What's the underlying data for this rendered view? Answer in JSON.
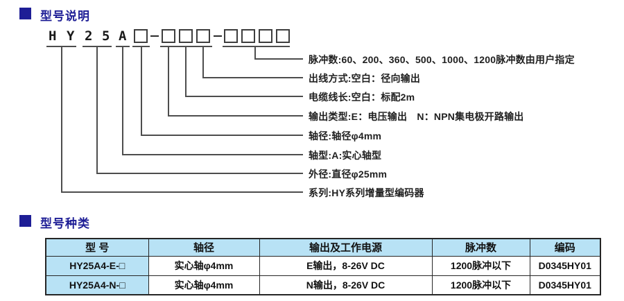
{
  "colors": {
    "accent_navy": "#1e1e96",
    "table_header_bg": "#b8e2f5",
    "line_gray": "#4d4d4d"
  },
  "section_model_description": {
    "title": "型号说明",
    "bullet_icon": "blue-square"
  },
  "model_code": {
    "chars": [
      "H",
      "Y",
      "2",
      "5",
      "A"
    ],
    "dash": "-",
    "placeholder_boxes": 8
  },
  "diagram": {
    "labels": [
      {
        "text": "脉冲数:60、200、360、500、1000、1200脉冲数由用户指定"
      },
      {
        "text": "出线方式:空白：径向输出"
      },
      {
        "text": "电缆线长:空白：标配2m"
      },
      {
        "text": "输出类型:E：电压输出　N：NPN集电极开路输出"
      },
      {
        "text": "轴径:轴径φ4mm"
      },
      {
        "text": "轴型:A:实心轴型"
      },
      {
        "text": "外径:直径φ25mm"
      },
      {
        "text": "系列:HY系列增量型编码器"
      }
    ]
  },
  "section_model_types": {
    "title": "型号种类",
    "bullet_icon": "blue-square"
  },
  "table": {
    "headers": [
      "型 号",
      "轴径",
      "输出及工作电源",
      "脉冲数",
      "编码"
    ],
    "rows": [
      [
        "HY25A4-E-□",
        "实心轴φ4mm",
        "E输出，8-26V DC",
        "1200脉冲以下",
        "D0345HY01"
      ],
      [
        "HY25A4-N-□",
        "实心轴φ4mm",
        "N输出，8-26V DC",
        "1200脉冲以下",
        "D0345HY01"
      ]
    ]
  }
}
